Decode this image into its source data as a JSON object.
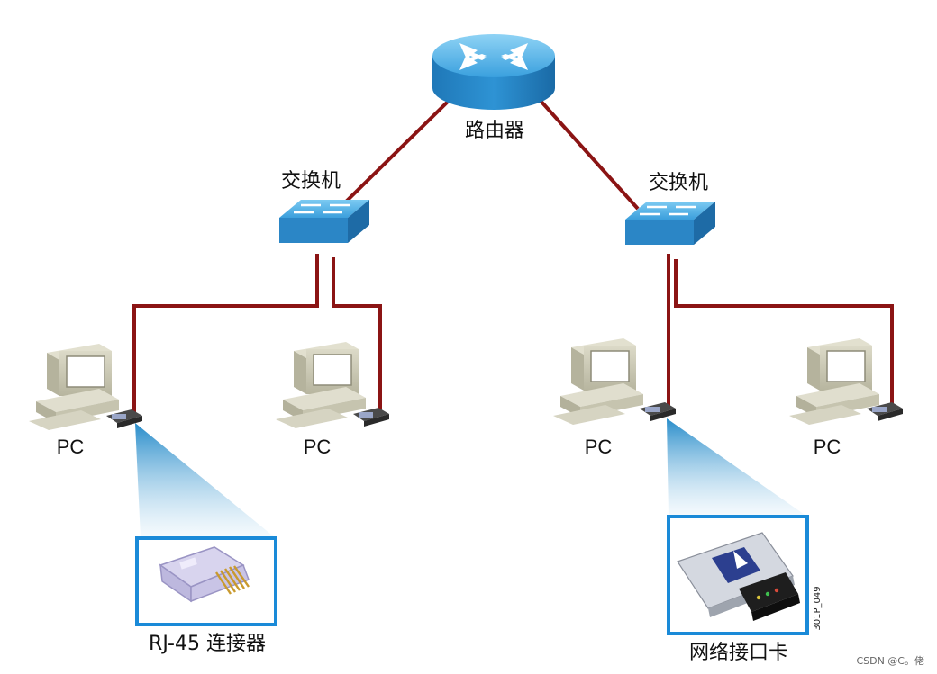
{
  "labels": {
    "router": "路由器",
    "switch_left": "交换机",
    "switch_right": "交换机",
    "pc_1": "PC",
    "pc_2": "PC",
    "pc_3": "PC",
    "pc_4": "PC",
    "rj45": "RJ-45 连接器",
    "nic": "网络接口卡",
    "figure_code": "301P_049",
    "watermark": "CSDN @C。佬"
  },
  "colors": {
    "cable": "#8b1414",
    "device_blue": "#2f8fd0",
    "device_blue_light": "#6cc0ee",
    "callout_border": "#1a8ad8",
    "pc_beige": "#cfcdb8",
    "pc_screen": "#ffffff"
  },
  "icons": {
    "router": "router-icon",
    "switch": "switch-icon",
    "pc": "desktop-pc-icon",
    "rj45": "rj45-connector-icon",
    "nic": "network-interface-card-icon"
  }
}
